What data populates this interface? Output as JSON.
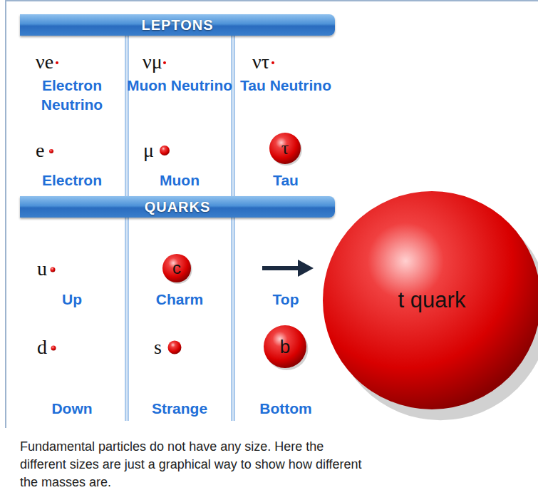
{
  "diagram": {
    "caption": "Fundamental particles do not have any size. Here the different sizes are just a graphical way to show how different the masses are.",
    "nodes": [
      {
        "text": [
          "LEPTONS"
        ]
      },
      {
        "text": [
          "τ"
        ]
      },
      {
        "text": [
          "QUARKS"
        ]
      },
      {
        "text": [
          "c"
        ]
      },
      {
        "text": [
          "b"
        ]
      },
      {
        "text": [
          "t quark"
        ]
      }
    ],
    "labels": [
      "νe",
      "Electron Neutrino",
      "νμ",
      "Muon Neutrino",
      "ντ",
      "Tau Neutrino",
      "e",
      "Electron",
      "μ",
      "Muon",
      "Tau",
      "u",
      "Up",
      "Charm",
      "Top",
      "d",
      "Down",
      "s",
      "Strange",
      "Bottom"
    ]
  }
}
